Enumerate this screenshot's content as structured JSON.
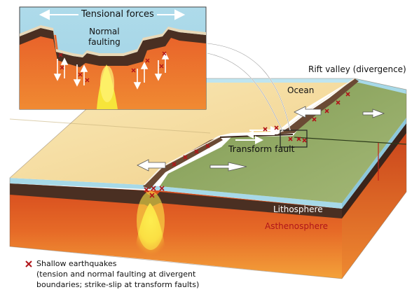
{
  "inset": {
    "tensional_forces": "Tensional forces",
    "normal_faulting": "Normal\nfaulting"
  },
  "labels": {
    "rift_valley": "Rift valley (divergence)",
    "ocean": "Ocean",
    "transform_fault": "Transform fault",
    "lithosphere": "Lithosphere",
    "asthenosphere": "Asthenosphere"
  },
  "legend": {
    "title": "Shallow earthquakes",
    "line2": "(tension and normal faulting at divergent",
    "line3": "boundaries; strike-slip at transform faults)"
  },
  "colors": {
    "ocean": "#a7d9e8",
    "sediment": "#f6dfa2",
    "green_plate": "#8fa860",
    "lithosphere": "#4a2f22",
    "asthenosphere": "#e8622a",
    "magma": "#f7e53a",
    "quake_mark": "#b0151a"
  }
}
